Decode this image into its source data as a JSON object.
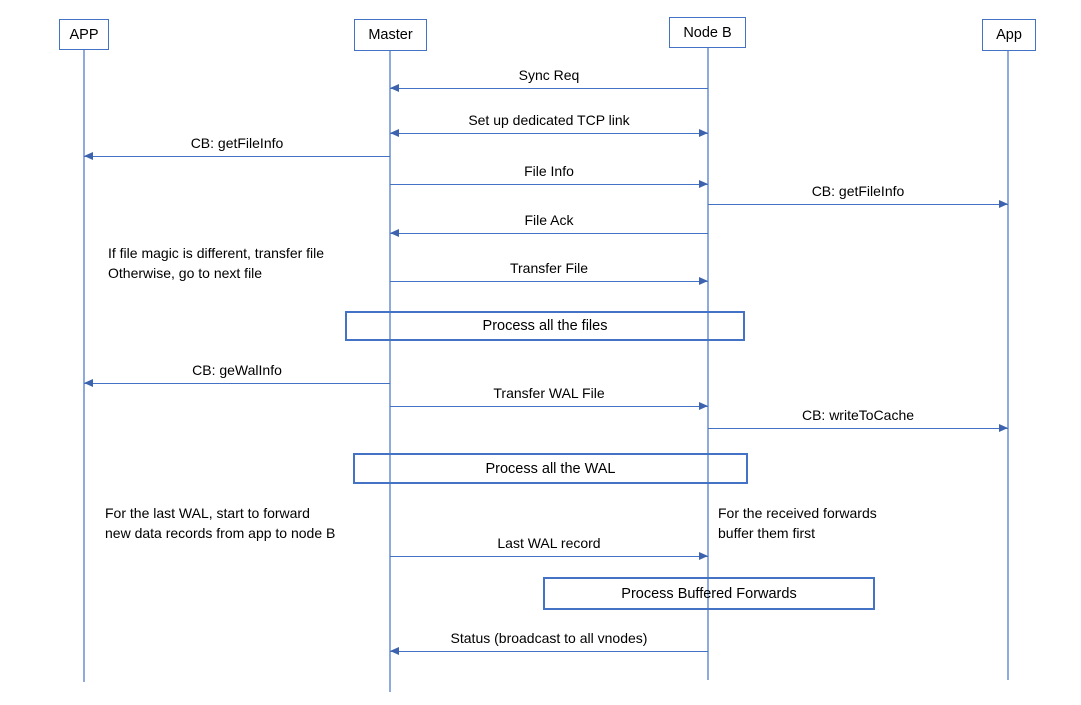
{
  "actors": [
    {
      "label": "APP"
    },
    {
      "label": "Master"
    },
    {
      "label": "Node B"
    },
    {
      "label": "App"
    }
  ],
  "messages": [
    {
      "label": "Sync Req",
      "from": "Node B",
      "to": "Master",
      "arrow": "left"
    },
    {
      "label": "Set up dedicated TCP link",
      "from": "Master",
      "to": "Node B",
      "arrow": "both"
    },
    {
      "label": "CB: getFileInfo",
      "from": "Master",
      "to": "APP",
      "arrow": "left"
    },
    {
      "label": "File Info",
      "from": "Master",
      "to": "Node B",
      "arrow": "right"
    },
    {
      "label": "CB: getFileInfo",
      "from": "Node B",
      "to": "App",
      "arrow": "right"
    },
    {
      "label": "File Ack",
      "from": "Node B",
      "to": "Master",
      "arrow": "left"
    },
    {
      "label": "Transfer File",
      "from": "Master",
      "to": "Node B",
      "arrow": "right"
    },
    {
      "label": "CB: geWalInfo",
      "from": "Master",
      "to": "APP",
      "arrow": "left"
    },
    {
      "label": "Transfer WAL File",
      "from": "Master",
      "to": "Node B",
      "arrow": "right"
    },
    {
      "label": "CB: writeToCache",
      "from": "Node B",
      "to": "App",
      "arrow": "right"
    },
    {
      "label": "Last WAL record",
      "from": "Master",
      "to": "Node B",
      "arrow": "right"
    },
    {
      "label": "Status (broadcast to all vnodes)",
      "from": "Node B",
      "to": "Master",
      "arrow": "left"
    }
  ],
  "process_boxes": [
    {
      "label": "Process all the files"
    },
    {
      "label": "Process all the WAL"
    },
    {
      "label": "Process Buffered Forwards"
    }
  ],
  "notes": [
    {
      "line1": "If file magic is different, transfer file",
      "line2": "Otherwise, go to next file"
    },
    {
      "line1": "For the last WAL, start to forward",
      "line2": "new data records from app to node B"
    },
    {
      "line1": "For the received forwards",
      "line2": "buffer them first"
    }
  ],
  "colors": {
    "line_blue": "#4472C4",
    "arrowhead_blue": "#3D63AE",
    "lifeline_blue": "#8FAADC",
    "text": "#000000",
    "background": "#FFFFFF"
  }
}
